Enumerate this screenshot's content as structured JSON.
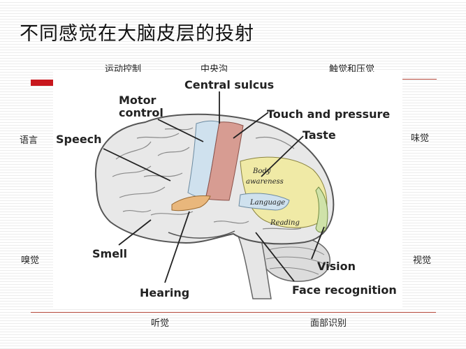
{
  "title": "不同感觉在大脑皮层的投射",
  "colors": {
    "accent": "#c8171d",
    "rule": "#b4473a",
    "motor_strip": "#cfe1ee",
    "sensory_strip": "#d79c92",
    "association_yellow": "#f0eaa6",
    "hearing_orange": "#e9b77c"
  },
  "chinese_labels": {
    "motor_control": "运动控制",
    "central_sulcus": "中央沟",
    "touch_pressure": "触觉和压觉",
    "speech": "语言",
    "taste": "味觉",
    "smell": "嗅觉",
    "vision": "视觉",
    "hearing": "听觉",
    "face_recognition": "面部识别"
  },
  "figure_labels": {
    "motor_control_line1": "Motor",
    "motor_control_line2": "control",
    "central_sulcus": "Central sulcus",
    "touch_pressure": "Touch and pressure",
    "taste": "Taste",
    "speech": "Speech",
    "smell": "Smell",
    "hearing": "Hearing",
    "vision": "Vision",
    "face_recognition": "Face recognition",
    "body_awareness_line1": "Body",
    "body_awareness_line2": "awareness",
    "language": "Language",
    "reading": "Reading"
  }
}
